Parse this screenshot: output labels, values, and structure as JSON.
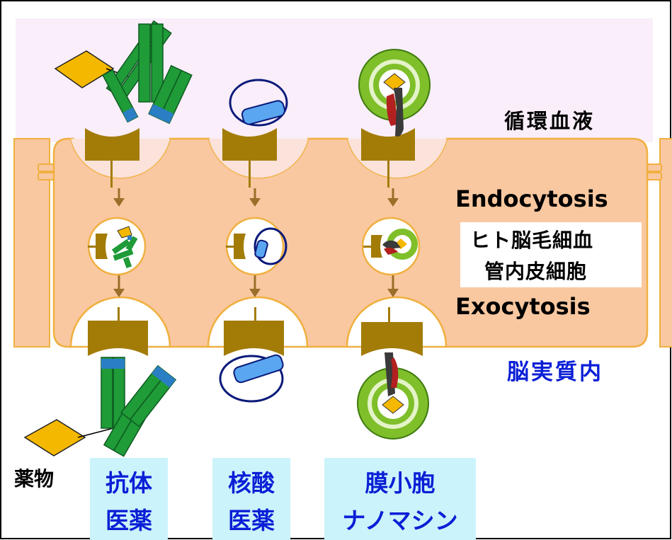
{
  "labels": {
    "blood": "循環血液",
    "endocytosis": "Endocytosis",
    "cell_line1": "ヒト脳毛細血",
    "cell_line2": "管内皮細胞",
    "exocytosis": "Exocytosis",
    "brain": "脳実質内",
    "drug": "薬物"
  },
  "categories": {
    "antibody": {
      "line1": "抗体",
      "line2": "医薬"
    },
    "nucleic": {
      "line1": "核酸",
      "line2": "医薬"
    },
    "vesicle": {
      "line1": "膜小胞",
      "line2": "ナノマシン"
    }
  },
  "colors": {
    "blood_bg": "#f9eef9",
    "cell_fill": "#f9c8a0",
    "membrane": "#f0b040",
    "receptor": "#a37c08",
    "arrow": "#9b6e2a",
    "antibody_green": "#1f9b38",
    "antibody_tip": "#2a7fc4",
    "drug_yellow": "#f5b800",
    "nucleic_blue": "#5aa6f0",
    "nucleic_ring": "#0a1a7a",
    "liposome": "#7fbf2a",
    "protein_red": "#b32020",
    "protein_dark": "#3a3a3a",
    "label_blue": "#0b1fd6"
  }
}
